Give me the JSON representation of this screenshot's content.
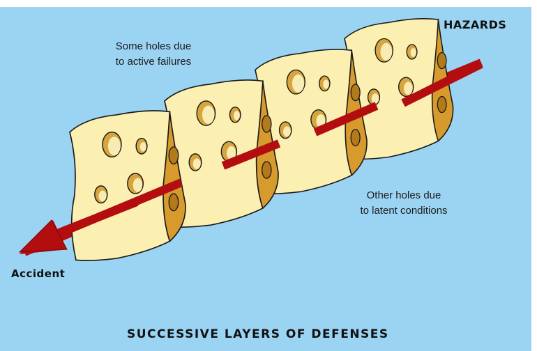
{
  "diagram": {
    "hazards_label": "HAZARDS",
    "accident_label": "Accident",
    "active_note": [
      "Some holes due",
      "to active failures"
    ],
    "latent_note": [
      "Other holes due",
      "to latent conditions"
    ],
    "footer_title": "SUCCESSIVE LAYERS OF DEFENSES",
    "colors": {
      "background": "#9bd3f3",
      "cheese_face": "#fbefb2",
      "cheese_side": "#d79a2c",
      "cheese_top": "#f3d176",
      "arrow": "#b30d10",
      "outline": "#1a1a1a"
    },
    "layer_count": 4
  }
}
